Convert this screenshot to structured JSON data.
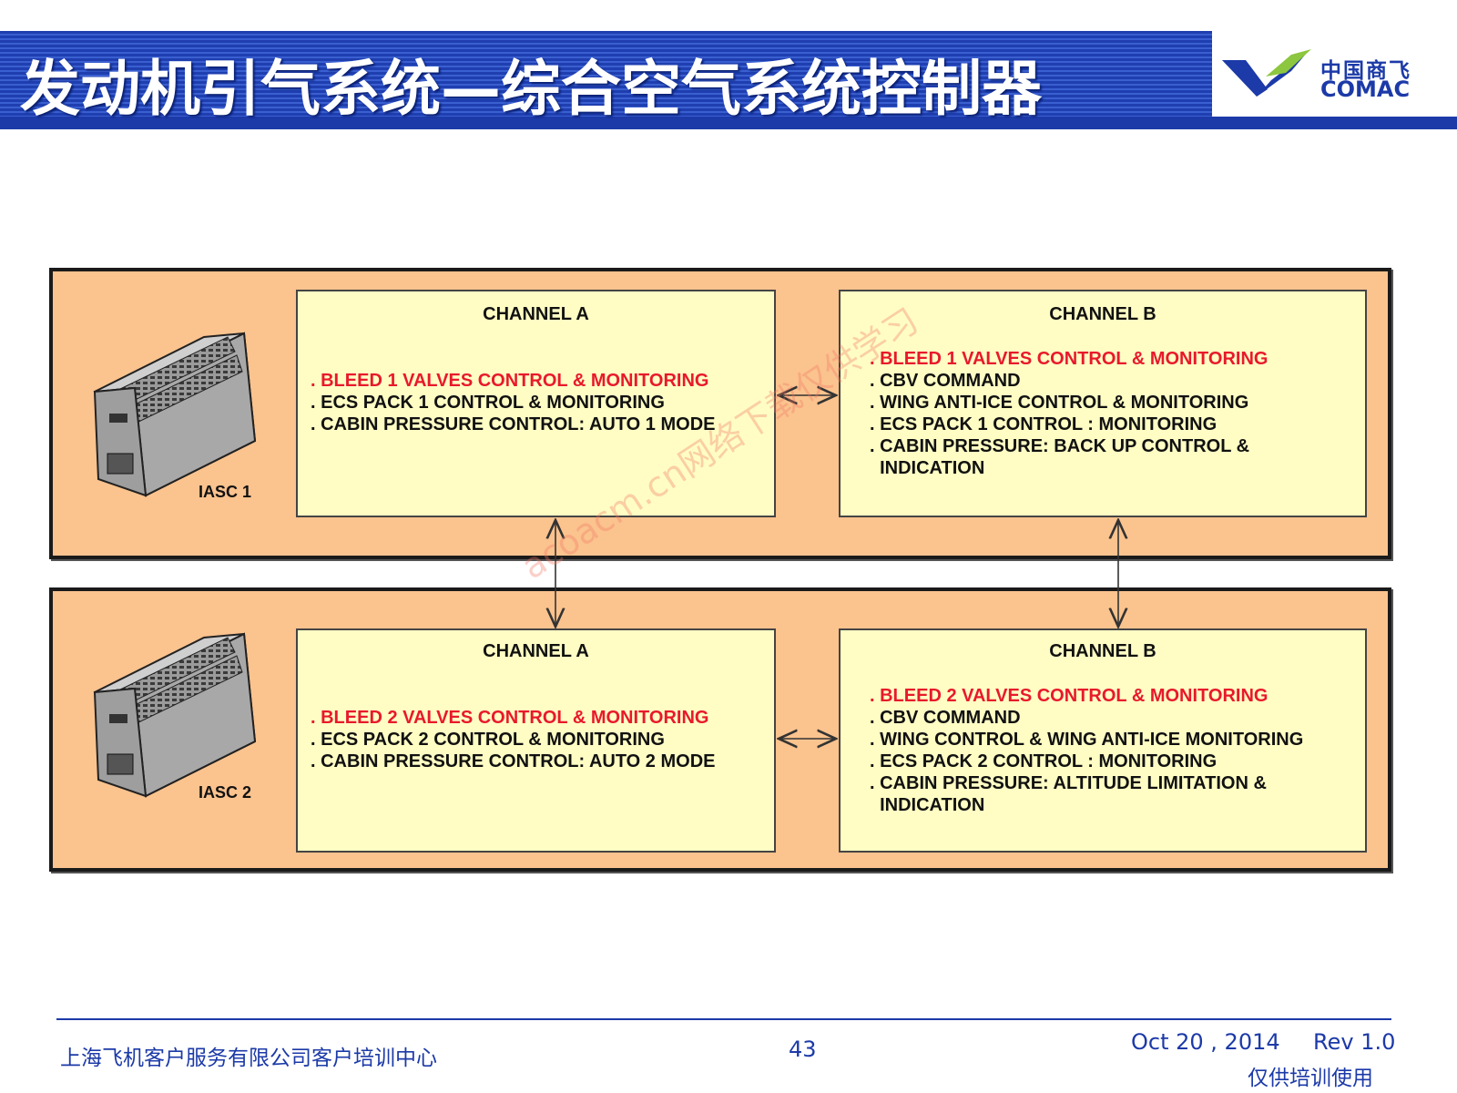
{
  "header": {
    "title": "发动机引气系统—综合空气系统控制器",
    "logo_cn": "中国商飞",
    "logo_en": "COMAC"
  },
  "units": [
    {
      "label": "IASC 1",
      "channel_a": {
        "title": "CHANNEL A",
        "lines": [
          {
            "text": ". BLEED 1 VALVES CONTROL & MONITORING",
            "highlight": true
          },
          {
            "text": ". ECS PACK 1 CONTROL & MONITORING",
            "highlight": false
          },
          {
            "text": ". CABIN PRESSURE CONTROL: AUTO 1 MODE",
            "highlight": false
          }
        ]
      },
      "channel_b": {
        "title": "CHANNEL B",
        "lines": [
          {
            "text": ". BLEED 1 VALVES CONTROL & MONITORING",
            "highlight": true
          },
          {
            "text": ". CBV COMMAND",
            "highlight": false
          },
          {
            "text": ". WING ANTI-ICE CONTROL & MONITORING",
            "highlight": false
          },
          {
            "text": ". ECS PACK 1 CONTROL : MONITORING",
            "highlight": false
          },
          {
            "text": ". CABIN PRESSURE: BACK UP  CONTROL &",
            "highlight": false
          },
          {
            "text": "  INDICATION",
            "highlight": false
          }
        ]
      }
    },
    {
      "label": "IASC 2",
      "channel_a": {
        "title": "CHANNEL A",
        "lines": [
          {
            "text": ". BLEED 2 VALVES CONTROL & MONITORING",
            "highlight": true
          },
          {
            "text": ". ECS PACK 2 CONTROL & MONITORING",
            "highlight": false
          },
          {
            "text": ". CABIN PRESSURE CONTROL: AUTO 2 MODE",
            "highlight": false
          }
        ]
      },
      "channel_b": {
        "title": "CHANNEL B",
        "lines": [
          {
            "text": ". BLEED 2 VALVES CONTROL & MONITORING",
            "highlight": true
          },
          {
            "text": ". CBV COMMAND",
            "highlight": false
          },
          {
            "text": ". WING CONTROL & WING ANTI-ICE MONITORING",
            "highlight": false
          },
          {
            "text": ". ECS PACK 2 CONTROL : MONITORING",
            "highlight": false
          },
          {
            "text": ". CABIN PRESSURE: ALTITUDE LIMITATION &",
            "highlight": false
          },
          {
            "text": "  INDICATION",
            "highlight": false
          }
        ]
      }
    }
  ],
  "watermark": "acoacm.cn网络下载仅供学习",
  "footer": {
    "org": "上海飞机客户服务有限公司客户培训中心",
    "page": "43",
    "date": "Oct 20 , 2014",
    "rev": "Rev 1.0",
    "note": "仅供培训使用"
  },
  "colors": {
    "title_blue": "#1c3aa8",
    "unit_fill": "#fbc38e",
    "channel_fill": "#fffdc4",
    "highlight_red": "#e8192c",
    "logo_green": "#8dc63f"
  }
}
